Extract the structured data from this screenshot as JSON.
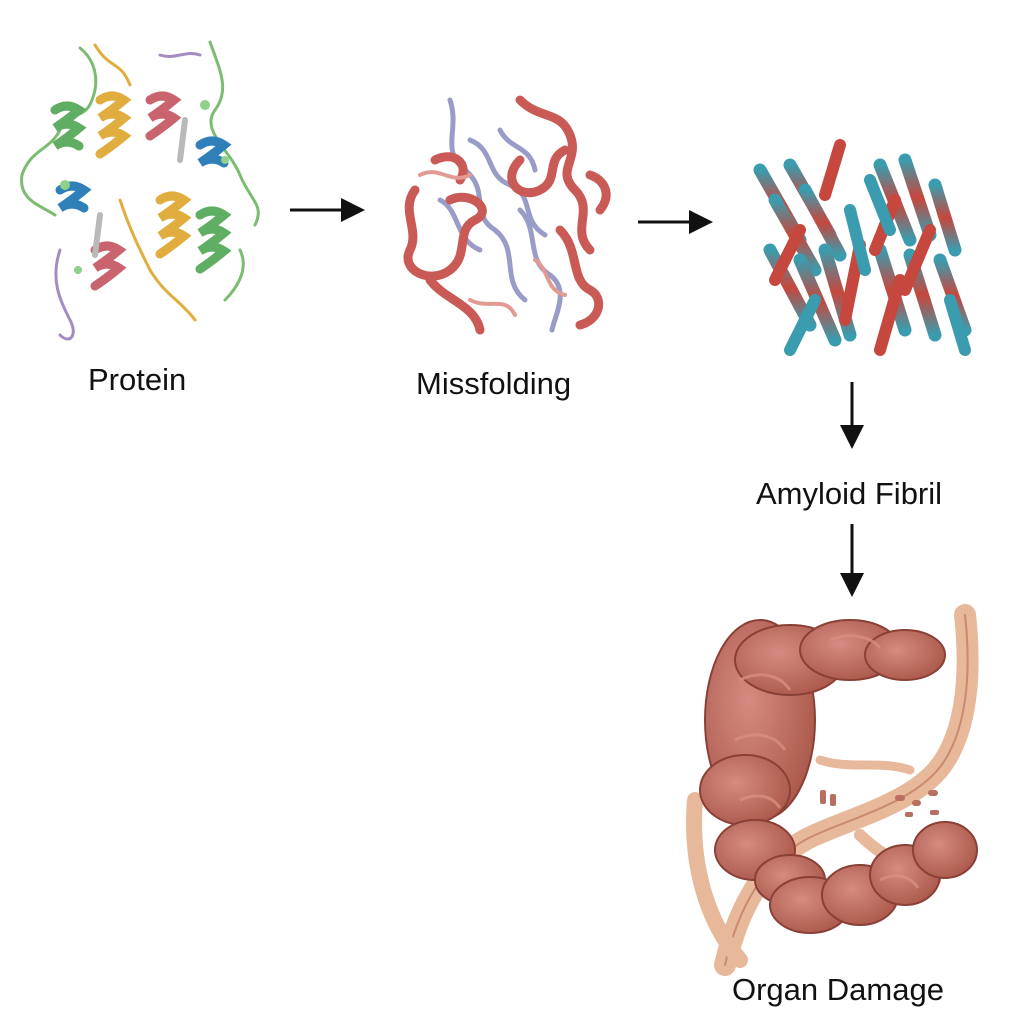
{
  "stages": [
    {
      "id": "protein",
      "label": "Protein"
    },
    {
      "id": "missfolding",
      "label": "Missfolding"
    },
    {
      "id": "fibril",
      "label": "Amyloid Fibril"
    },
    {
      "id": "organ",
      "label": "Organ Damage"
    }
  ],
  "colors": {
    "helix_green": "#5fae63",
    "helix_gold": "#e0ad3e",
    "helix_pink": "#c9646e",
    "helix_blue": "#2f7fb8",
    "coil_purple": "#a58cc0",
    "misfold_red": "#c95a55",
    "misfold_lavender": "#9a9cc8",
    "fibril_teal": "#3a9cae",
    "fibril_red": "#c6473d",
    "organ_tissue": "#b7655a",
    "organ_highlight": "#d88e82",
    "vessel": "#e8b89a",
    "arrow": "#111111"
  }
}
